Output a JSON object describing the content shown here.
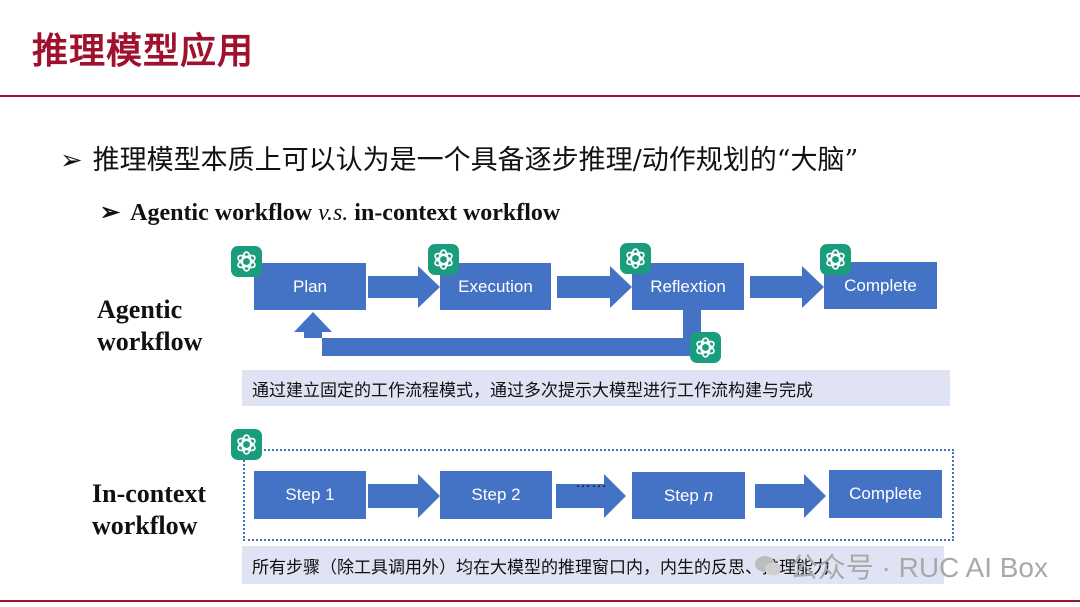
{
  "title": "推理模型应用",
  "bullet1": "推理模型本质上可以认为是一个具备逐步推理/动作规划的“大脑”",
  "bullet2": {
    "part1": "Agentic workflow",
    "part2": "v.s.",
    "part3": "in-context workflow"
  },
  "agentic": {
    "label_line1": "Agentic",
    "label_line2": "workflow",
    "boxes": [
      "Plan",
      "Execution",
      "Reflextion",
      "Complete"
    ],
    "note": "通过建立固定的工作流程模式，通过多次提示大模型进行工作流构建与完成"
  },
  "incontext": {
    "label_line1": "In-context",
    "label_line2": "workflow",
    "boxes": [
      "Step 1",
      "Step 2",
      "Step",
      "Complete"
    ],
    "step_n_var": "n",
    "ellipsis": "……",
    "note": "所有步骤（除工具调用外）均在大模型的推理窗口内，内生的反思、推理能力"
  },
  "watermark": "公众号 · RUC AI Box",
  "colors": {
    "title": "#a0112e",
    "box": "#4472c4",
    "note_bg": "#dfe3f4",
    "gpt_icon": "#1a9d7c"
  },
  "icons": [
    "chatgpt-logo-icon",
    "triangle-bullet-icon",
    "wechat-icon"
  ]
}
